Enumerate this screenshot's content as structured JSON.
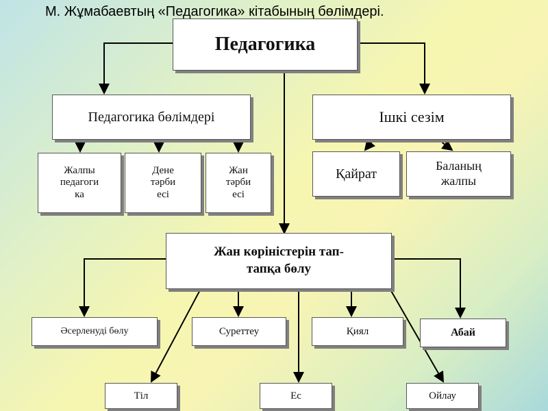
{
  "slide_title": "М. Жұмабаевтың «Педагогика» кітабының бөлімдері.",
  "nodes": {
    "root": "Педагогика",
    "sections": "Педагогика бөлімдері",
    "inner_feeling": "Ішкі сезім",
    "general_pedagogy": "Жалпы\nпедагоги\nка",
    "physical_education": "Дене\nтәрби\nесі",
    "soul_education": "Жан\nтәрби\nесі",
    "courage": "Қайрат",
    "child_general": "Баланың\nжалпы",
    "soul_division": "Жан көріністерін тап-\nтапқа бөлу",
    "perception": "Әсерленуді бөлу",
    "depiction": "Суреттеу",
    "imagination": "Қиял",
    "abai": "Абай",
    "language": "Тіл",
    "memory": "Ес",
    "thinking": "Ойлау"
  },
  "colors": {
    "line": "#000000",
    "box_border": "#555555",
    "shadow": "#808080"
  }
}
